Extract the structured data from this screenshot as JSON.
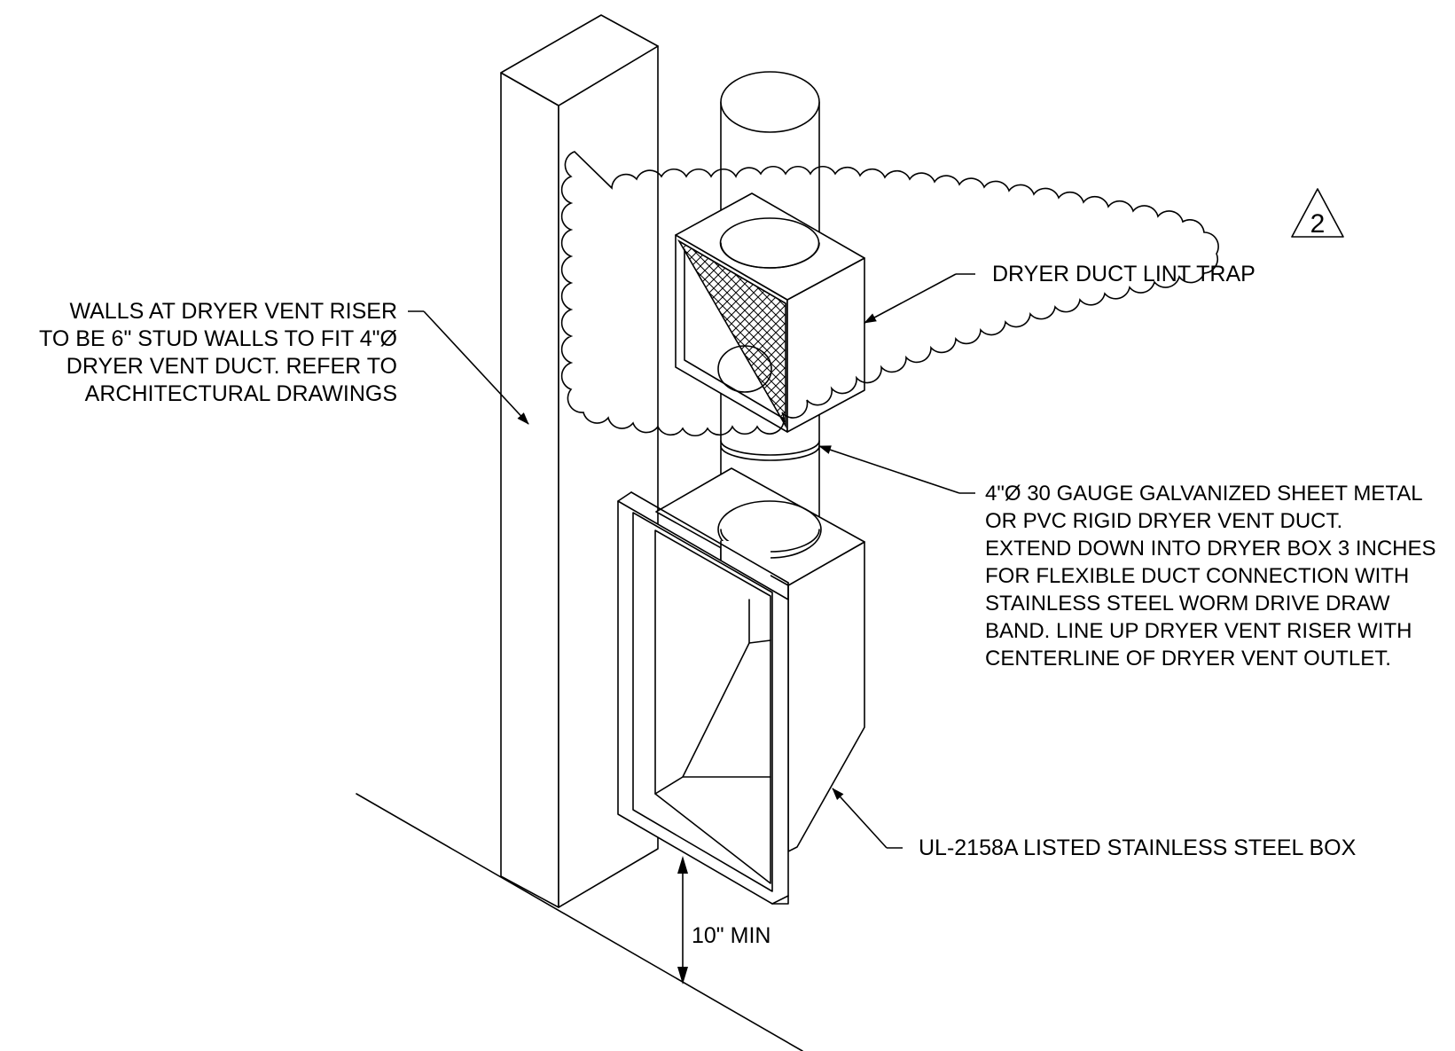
{
  "notes": {
    "walls": [
      "WALLS AT DRYER VENT RISER",
      "TO BE 6\" STUD WALLS TO FIT 4\"Ø",
      "DRYER VENT DUCT.  REFER TO",
      "ARCHITECTURAL DRAWINGS"
    ],
    "lint_trap": "DRYER DUCT LINT TRAP",
    "duct": [
      "4\"Ø 30 GAUGE GALVANIZED SHEET METAL",
      "OR PVC RIGID DRYER VENT DUCT.",
      "EXTEND DOWN INTO DRYER BOX 3 INCHES",
      "FOR FLEXIBLE DUCT CONNECTION WITH",
      "STAINLESS STEEL WORM DRIVE DRAW",
      "BAND.  LINE UP DRYER VENT RISER WITH",
      "CENTERLINE OF DRYER VENT OUTLET."
    ],
    "box": "UL-2158A LISTED STAINLESS STEEL BOX",
    "dimension": "10\" MIN"
  },
  "revision": {
    "number": "2"
  },
  "icons": {
    "revision_marker": "triangle-revision-icon",
    "revision_cloud": "revision-cloud",
    "leader_arrow": "arrow-leader"
  }
}
